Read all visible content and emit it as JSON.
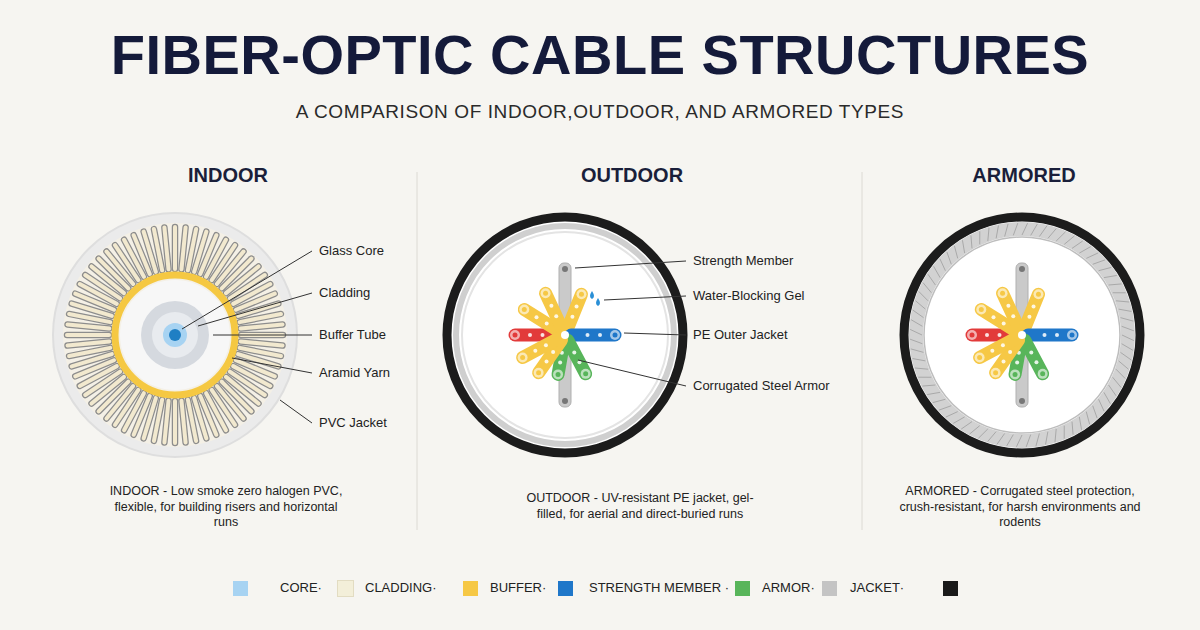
{
  "diagram": {
    "title": "FIBER-OPTIC CABLE STRUCTURES",
    "labels": [
      "A COMPARISON OF INDOOR,OUTDOOR, AND ARMORED TYPES",
      "INDOOR",
      "Glass Core",
      "Cladding",
      "Buffer Tube",
      "Aramid Yarn",
      "PVC Jacket",
      "INDOOR - Low smoke zero halogen PVC, flexible, for building risers and horizontal runs",
      "OUTDOOR",
      "Strength Member",
      "Water-Blocking Gel",
      "PE Outer Jacket",
      "Corrugated Steel Armor",
      "OUTDOOR - UV-resistant PE jacket, gel-filled, for aerial and direct-buried runs",
      "ARMORED",
      "ARMORED - Corrugated steel protection, crush-resistant, for harsh environments and rodents"
    ],
    "legend": [
      {
        "text": "CORE·",
        "color": "#a7d3f2"
      },
      {
        "text": "CLADDING·",
        "color": "#f3efd9"
      },
      {
        "text": "BUFFER·",
        "color": "#f6c845"
      },
      {
        "text": "STRENGTH MEMBER ·",
        "color": "#1f77c9"
      },
      {
        "text": "ARMOR·",
        "color": "#58b55a"
      },
      {
        "text": "JACKET·",
        "color": "#c4c4c4"
      }
    ]
  }
}
